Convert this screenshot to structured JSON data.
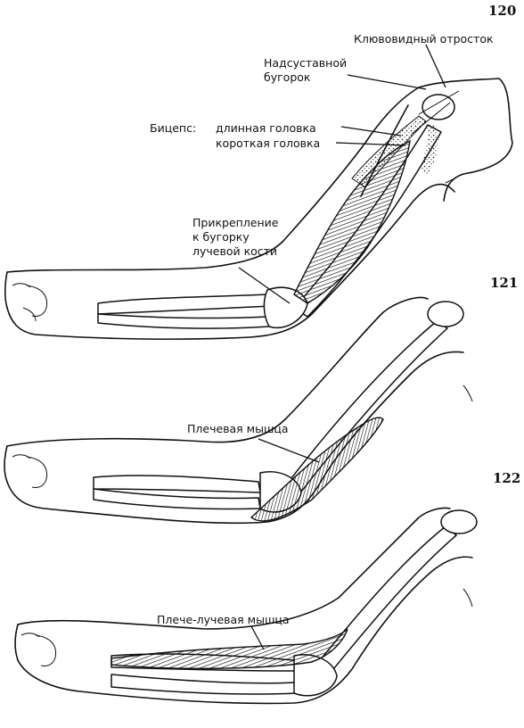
{
  "figures": [
    {
      "number": "120",
      "labels": {
        "coracoid": "Клювовидный отросток",
        "supraglenoid_1": "Надсуставной",
        "supraglenoid_2": "бугорок",
        "biceps": "Бицепс:",
        "long_head": "длинная головка",
        "short_head": "короткая головка",
        "insertion_1": "Прикрепление",
        "insertion_2": "к бугорку",
        "insertion_3": "лучевой кости"
      }
    },
    {
      "number": "121",
      "labels": {
        "brachialis": "Плечевая мышца"
      }
    },
    {
      "number": "122",
      "labels": {
        "brachioradialis": "Плече-лучевая мышца"
      }
    }
  ]
}
